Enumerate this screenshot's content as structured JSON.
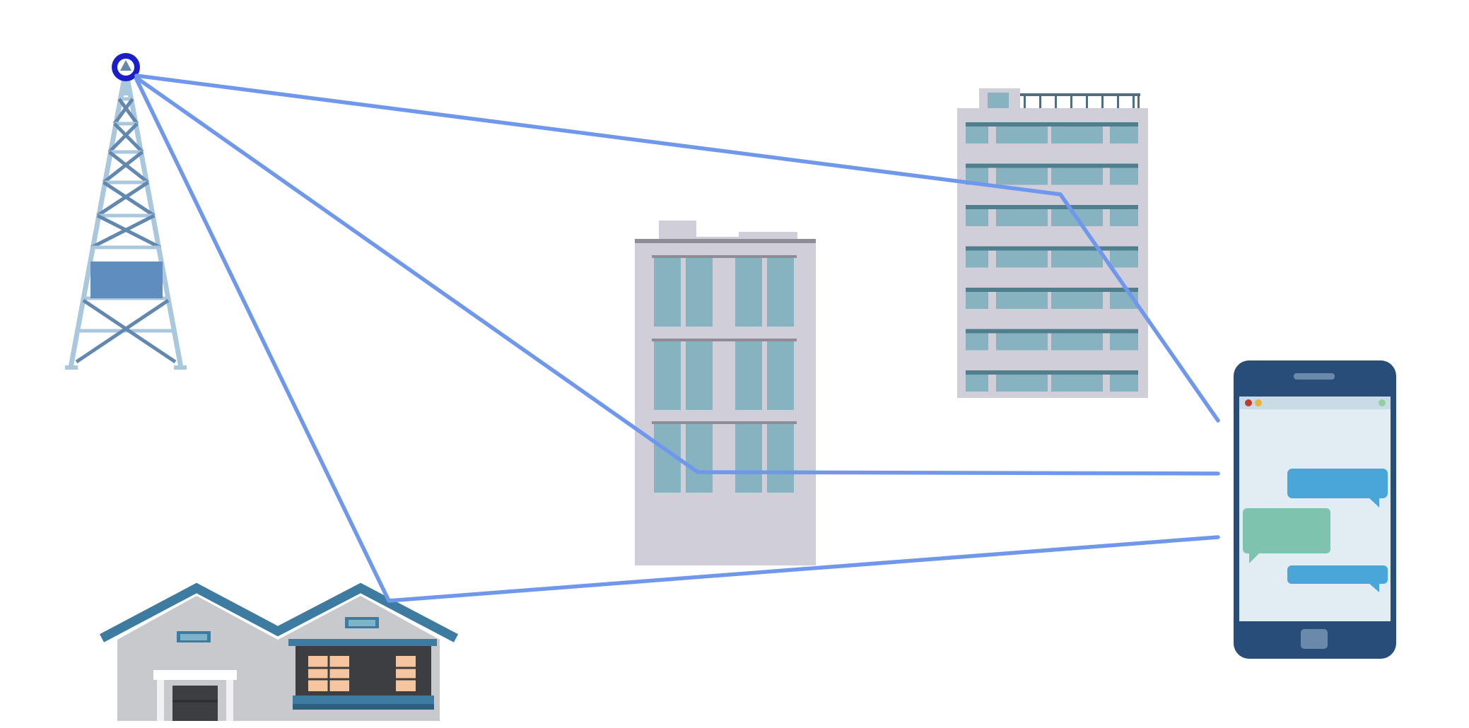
{
  "diagram": {
    "description_nodes": [
      "cell-tower",
      "office-building-mid",
      "office-building-tall",
      "house",
      "smartphone"
    ],
    "colors": {
      "signal_path": "#6f97ec",
      "tower": "#a9c8de",
      "tower_dark": "#6288b0",
      "tower_panel": "#5f8dbf",
      "tower_tip": "#1a1ec8",
      "building_wall": "#d0ced8",
      "building_window": "#87b3c1",
      "building_stripe": "#4f7e8d",
      "house_wall": "#c8c9cc",
      "house_roof": "#3d7ba0",
      "house_window": "#f4c59e",
      "house_door": "#3d3e42",
      "phone_body": "#274d78",
      "phone_screen": "#e2edf3",
      "bubble_blue": "#4aa5d9",
      "bubble_green": "#7ec3ad",
      "dot_red": "#c0392b",
      "dot_yellow": "#e8b43d",
      "dot_green": "#8ed0a4"
    },
    "icons": [
      "cell-tower-icon",
      "office-building-icon",
      "house-icon",
      "smartphone-icon",
      "chat-bubble-icon"
    ]
  }
}
